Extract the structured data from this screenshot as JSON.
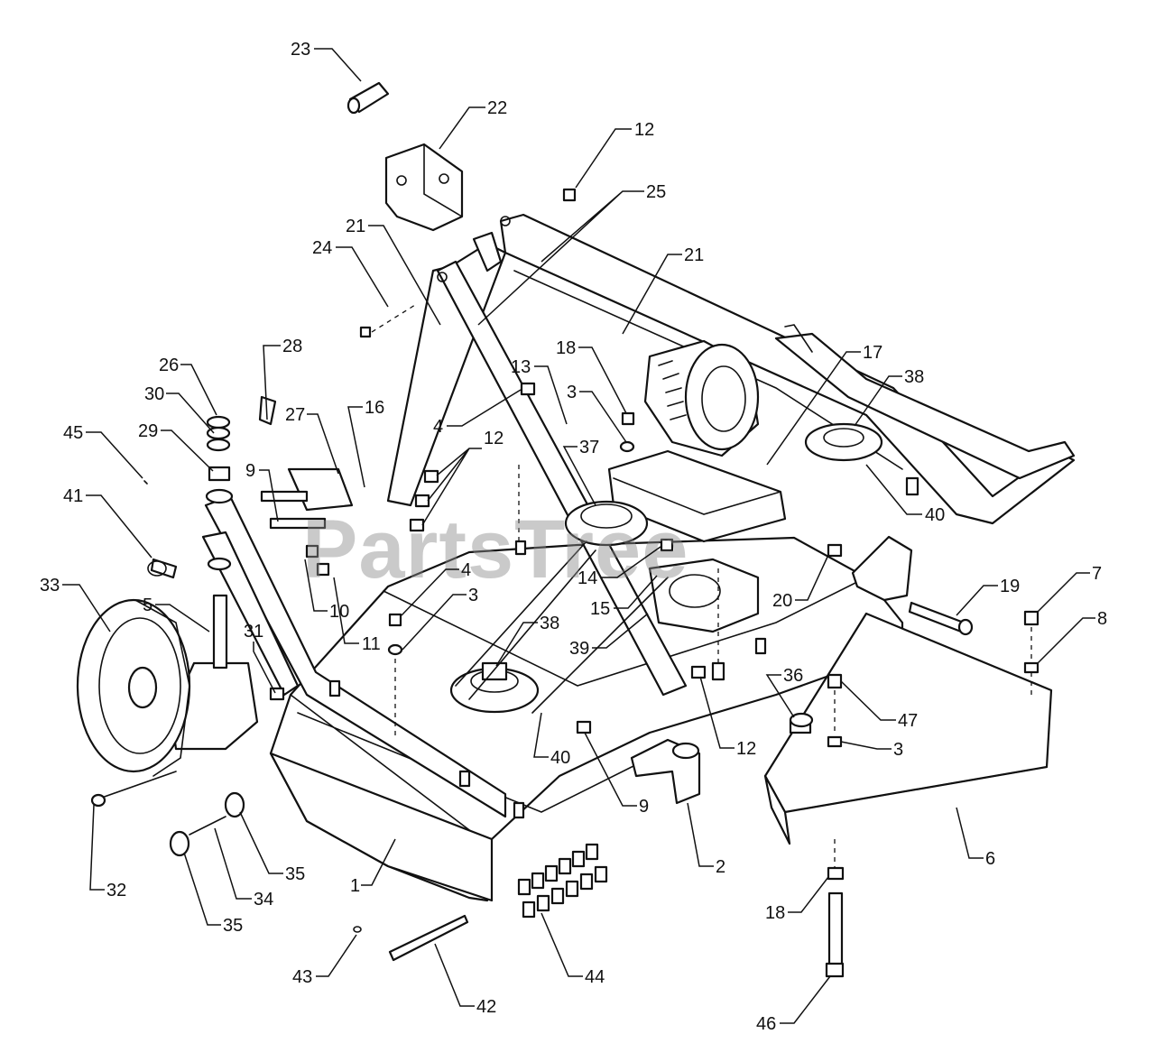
{
  "watermark": {
    "text": "PartsTree",
    "color": "#8c8c8c"
  },
  "callouts": [
    {
      "id": "c23",
      "label": "23"
    },
    {
      "id": "c22",
      "label": "22"
    },
    {
      "id": "c12a",
      "label": "12"
    },
    {
      "id": "c25",
      "label": "25"
    },
    {
      "id": "c21a",
      "label": "21"
    },
    {
      "id": "c21b",
      "label": "21"
    },
    {
      "id": "c24",
      "label": "24"
    },
    {
      "id": "c28",
      "label": "28"
    },
    {
      "id": "c26",
      "label": "26"
    },
    {
      "id": "c30",
      "label": "30"
    },
    {
      "id": "c29",
      "label": "29"
    },
    {
      "id": "c45",
      "label": "45"
    },
    {
      "id": "c27",
      "label": "27"
    },
    {
      "id": "c16",
      "label": "16"
    },
    {
      "id": "c9a",
      "label": "9"
    },
    {
      "id": "c41",
      "label": "41"
    },
    {
      "id": "c13",
      "label": "13"
    },
    {
      "id": "c18a",
      "label": "18"
    },
    {
      "id": "c3a",
      "label": "3"
    },
    {
      "id": "c4a",
      "label": "4"
    },
    {
      "id": "c12b",
      "label": "12"
    },
    {
      "id": "c37",
      "label": "37"
    },
    {
      "id": "c17",
      "label": "17"
    },
    {
      "id": "c38a",
      "label": "38"
    },
    {
      "id": "c40a",
      "label": "40"
    },
    {
      "id": "c33",
      "label": "33"
    },
    {
      "id": "c5",
      "label": "5"
    },
    {
      "id": "c10",
      "label": "10"
    },
    {
      "id": "c11",
      "label": "11"
    },
    {
      "id": "c4b",
      "label": "4"
    },
    {
      "id": "c3b",
      "label": "3"
    },
    {
      "id": "c14",
      "label": "14"
    },
    {
      "id": "c15",
      "label": "15"
    },
    {
      "id": "c20",
      "label": "20"
    },
    {
      "id": "c19",
      "label": "19"
    },
    {
      "id": "c7",
      "label": "7"
    },
    {
      "id": "c8",
      "label": "8"
    },
    {
      "id": "c31",
      "label": "31"
    },
    {
      "id": "c38b",
      "label": "38"
    },
    {
      "id": "c39",
      "label": "39"
    },
    {
      "id": "c36",
      "label": "36"
    },
    {
      "id": "c47",
      "label": "47"
    },
    {
      "id": "c3c",
      "label": "3"
    },
    {
      "id": "c12c",
      "label": "12"
    },
    {
      "id": "c40b",
      "label": "40"
    },
    {
      "id": "c9b",
      "label": "9"
    },
    {
      "id": "c32",
      "label": "32"
    },
    {
      "id": "c35a",
      "label": "35"
    },
    {
      "id": "c34",
      "label": "34"
    },
    {
      "id": "c35b",
      "label": "35"
    },
    {
      "id": "c1",
      "label": "1"
    },
    {
      "id": "c2",
      "label": "2"
    },
    {
      "id": "c6",
      "label": "6"
    },
    {
      "id": "c18b",
      "label": "18"
    },
    {
      "id": "c44",
      "label": "44"
    },
    {
      "id": "c43",
      "label": "43"
    },
    {
      "id": "c42",
      "label": "42"
    },
    {
      "id": "c46",
      "label": "46"
    }
  ]
}
